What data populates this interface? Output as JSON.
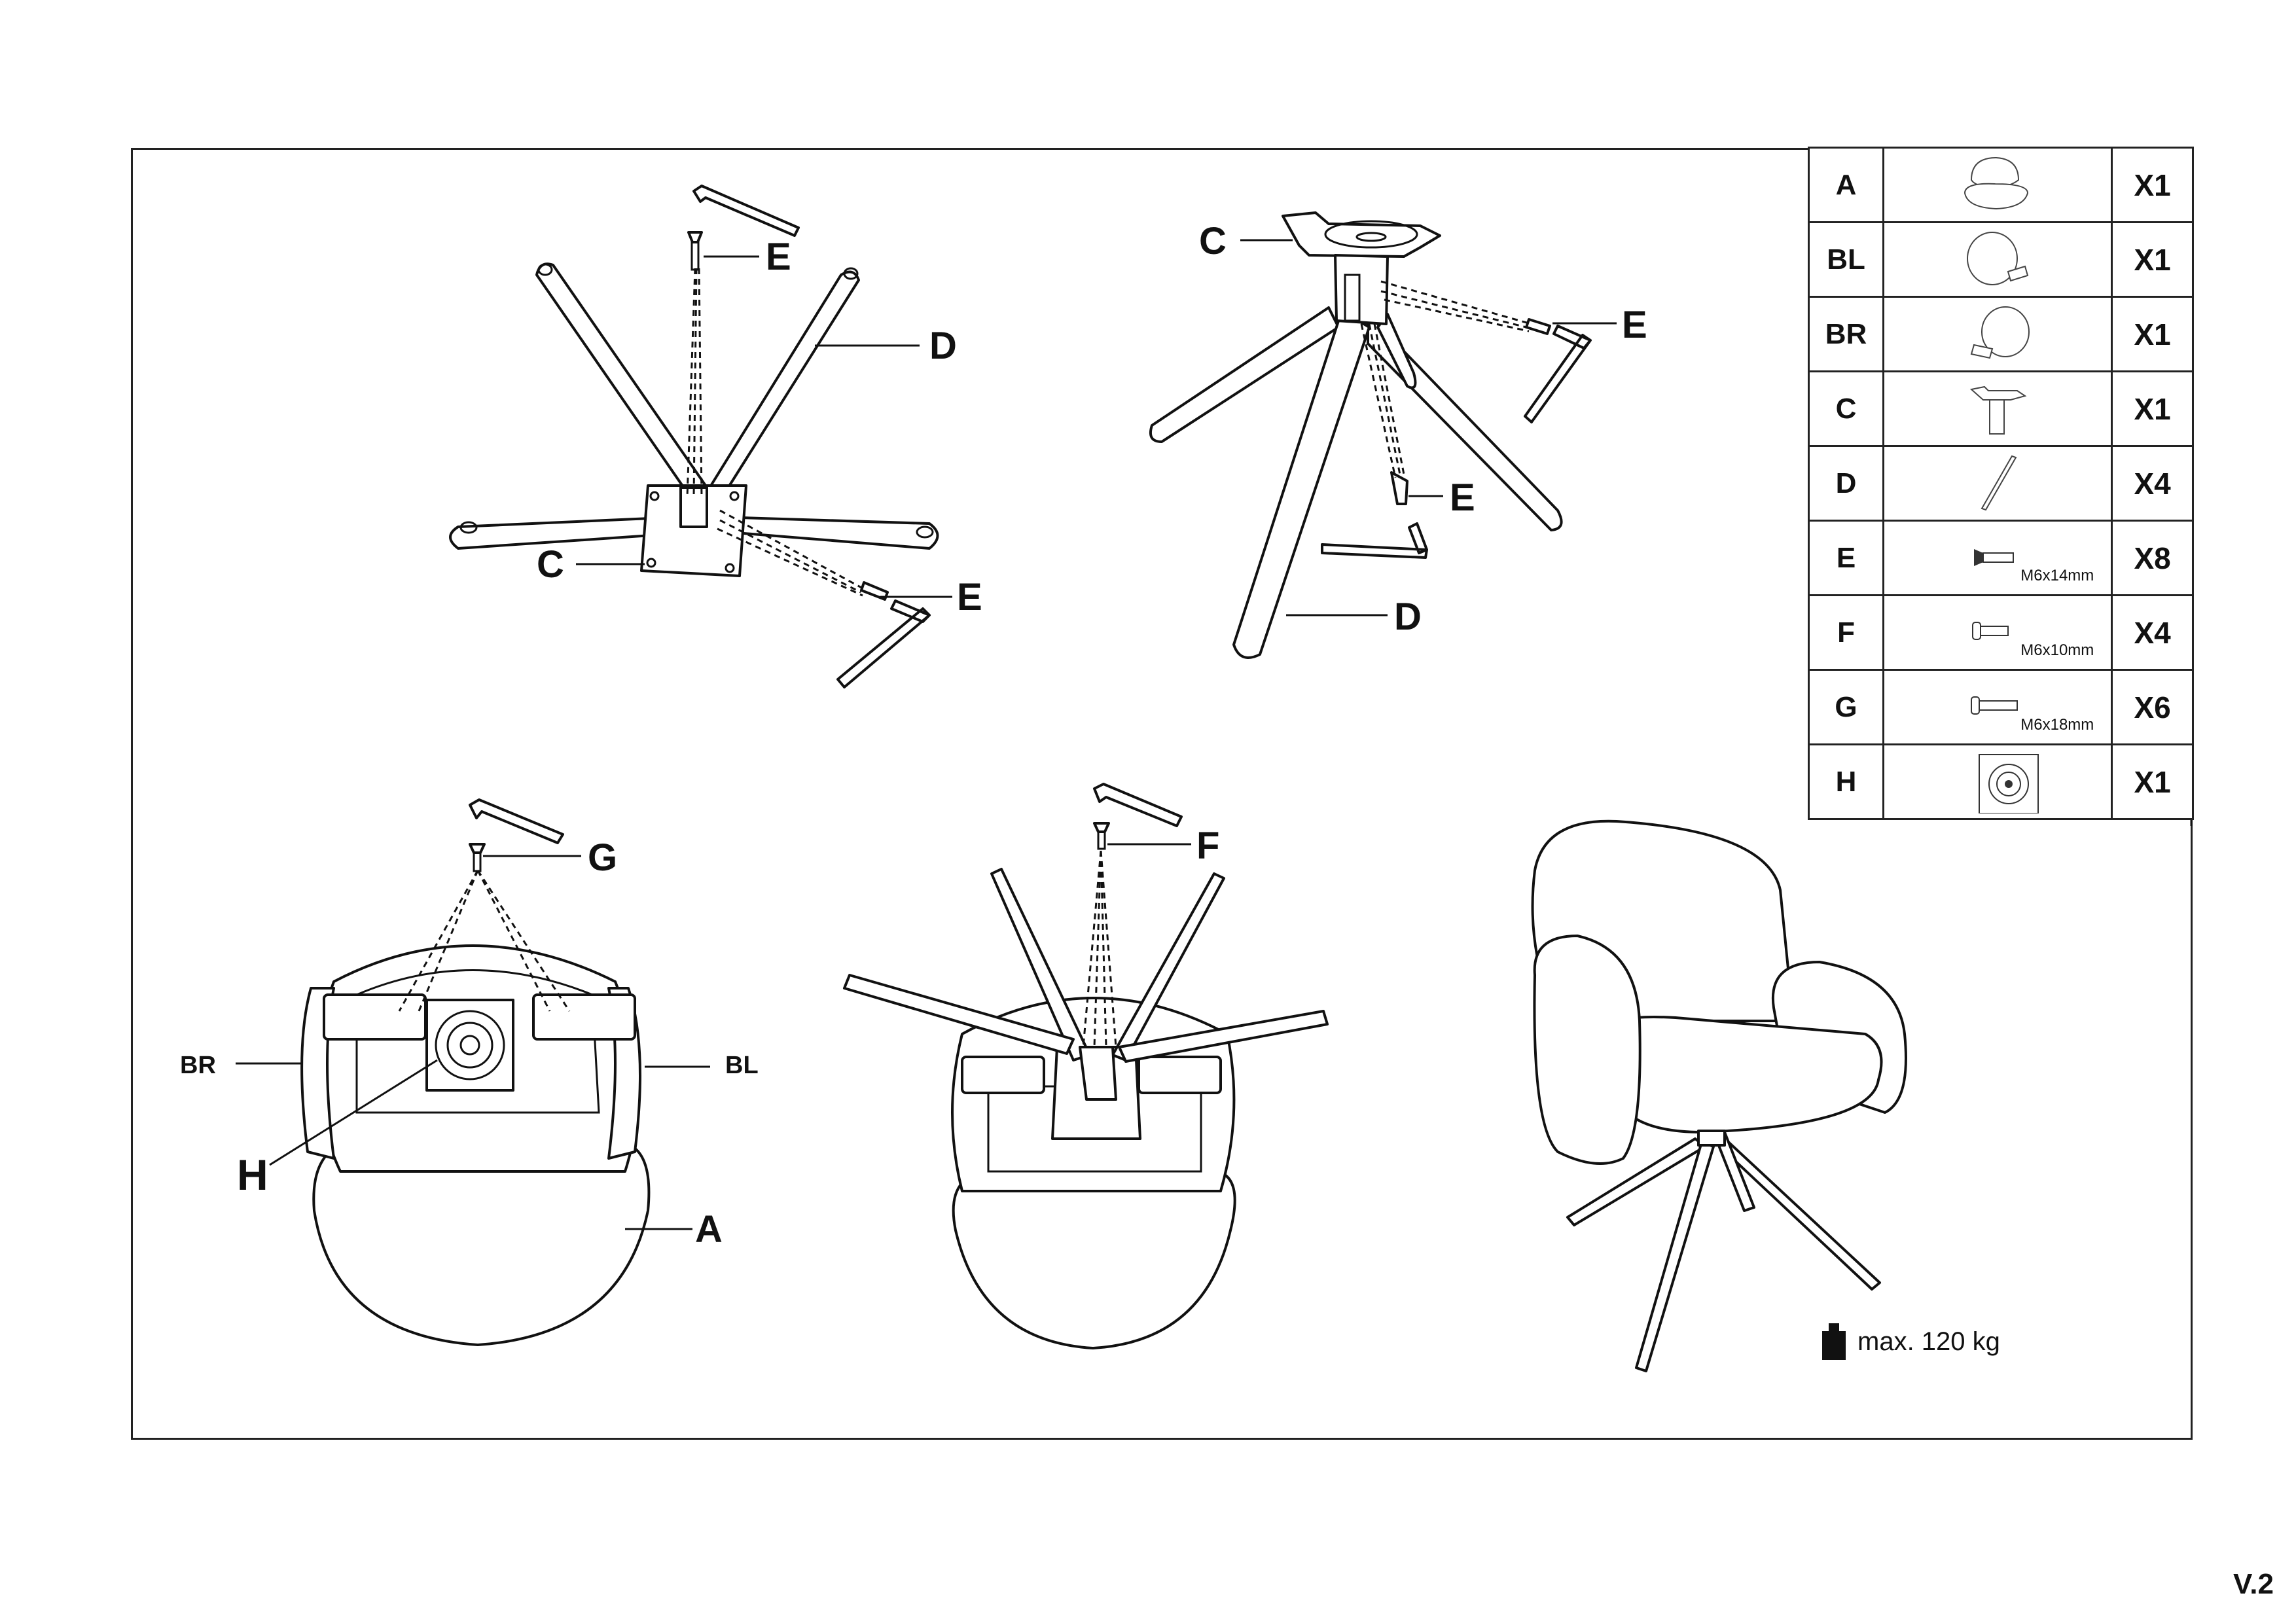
{
  "labels": {
    "c": "C",
    "d": "D",
    "e": "E",
    "f": "F",
    "g": "G",
    "h": "H",
    "a": "A",
    "br": "BR",
    "bl": "BL"
  },
  "parts": [
    {
      "code": "A",
      "icon": "seat-shell-icon",
      "spec": "",
      "qty": "X1"
    },
    {
      "code": "BL",
      "icon": "left-armrest-icon",
      "spec": "",
      "qty": "X1"
    },
    {
      "code": "BR",
      "icon": "right-armrest-icon",
      "spec": "",
      "qty": "X1"
    },
    {
      "code": "C",
      "icon": "leg-hub-icon",
      "spec": "",
      "qty": "X1"
    },
    {
      "code": "D",
      "icon": "leg-icon",
      "spec": "",
      "qty": "X4"
    },
    {
      "code": "E",
      "icon": "countersunk-screw-icon",
      "spec": "M6x14mm",
      "qty": "X8"
    },
    {
      "code": "F",
      "icon": "bolt-icon",
      "spec": "M6x10mm",
      "qty": "X4"
    },
    {
      "code": "G",
      "icon": "bolt-icon",
      "spec": "M6x18mm",
      "qty": "X6"
    },
    {
      "code": "H",
      "icon": "swivel-plate-icon",
      "spec": "",
      "qty": "X1"
    }
  ],
  "max_load": "max. 120 kg",
  "version": "V.2",
  "colors": {
    "line": "#111111",
    "background": "#ffffff"
  }
}
